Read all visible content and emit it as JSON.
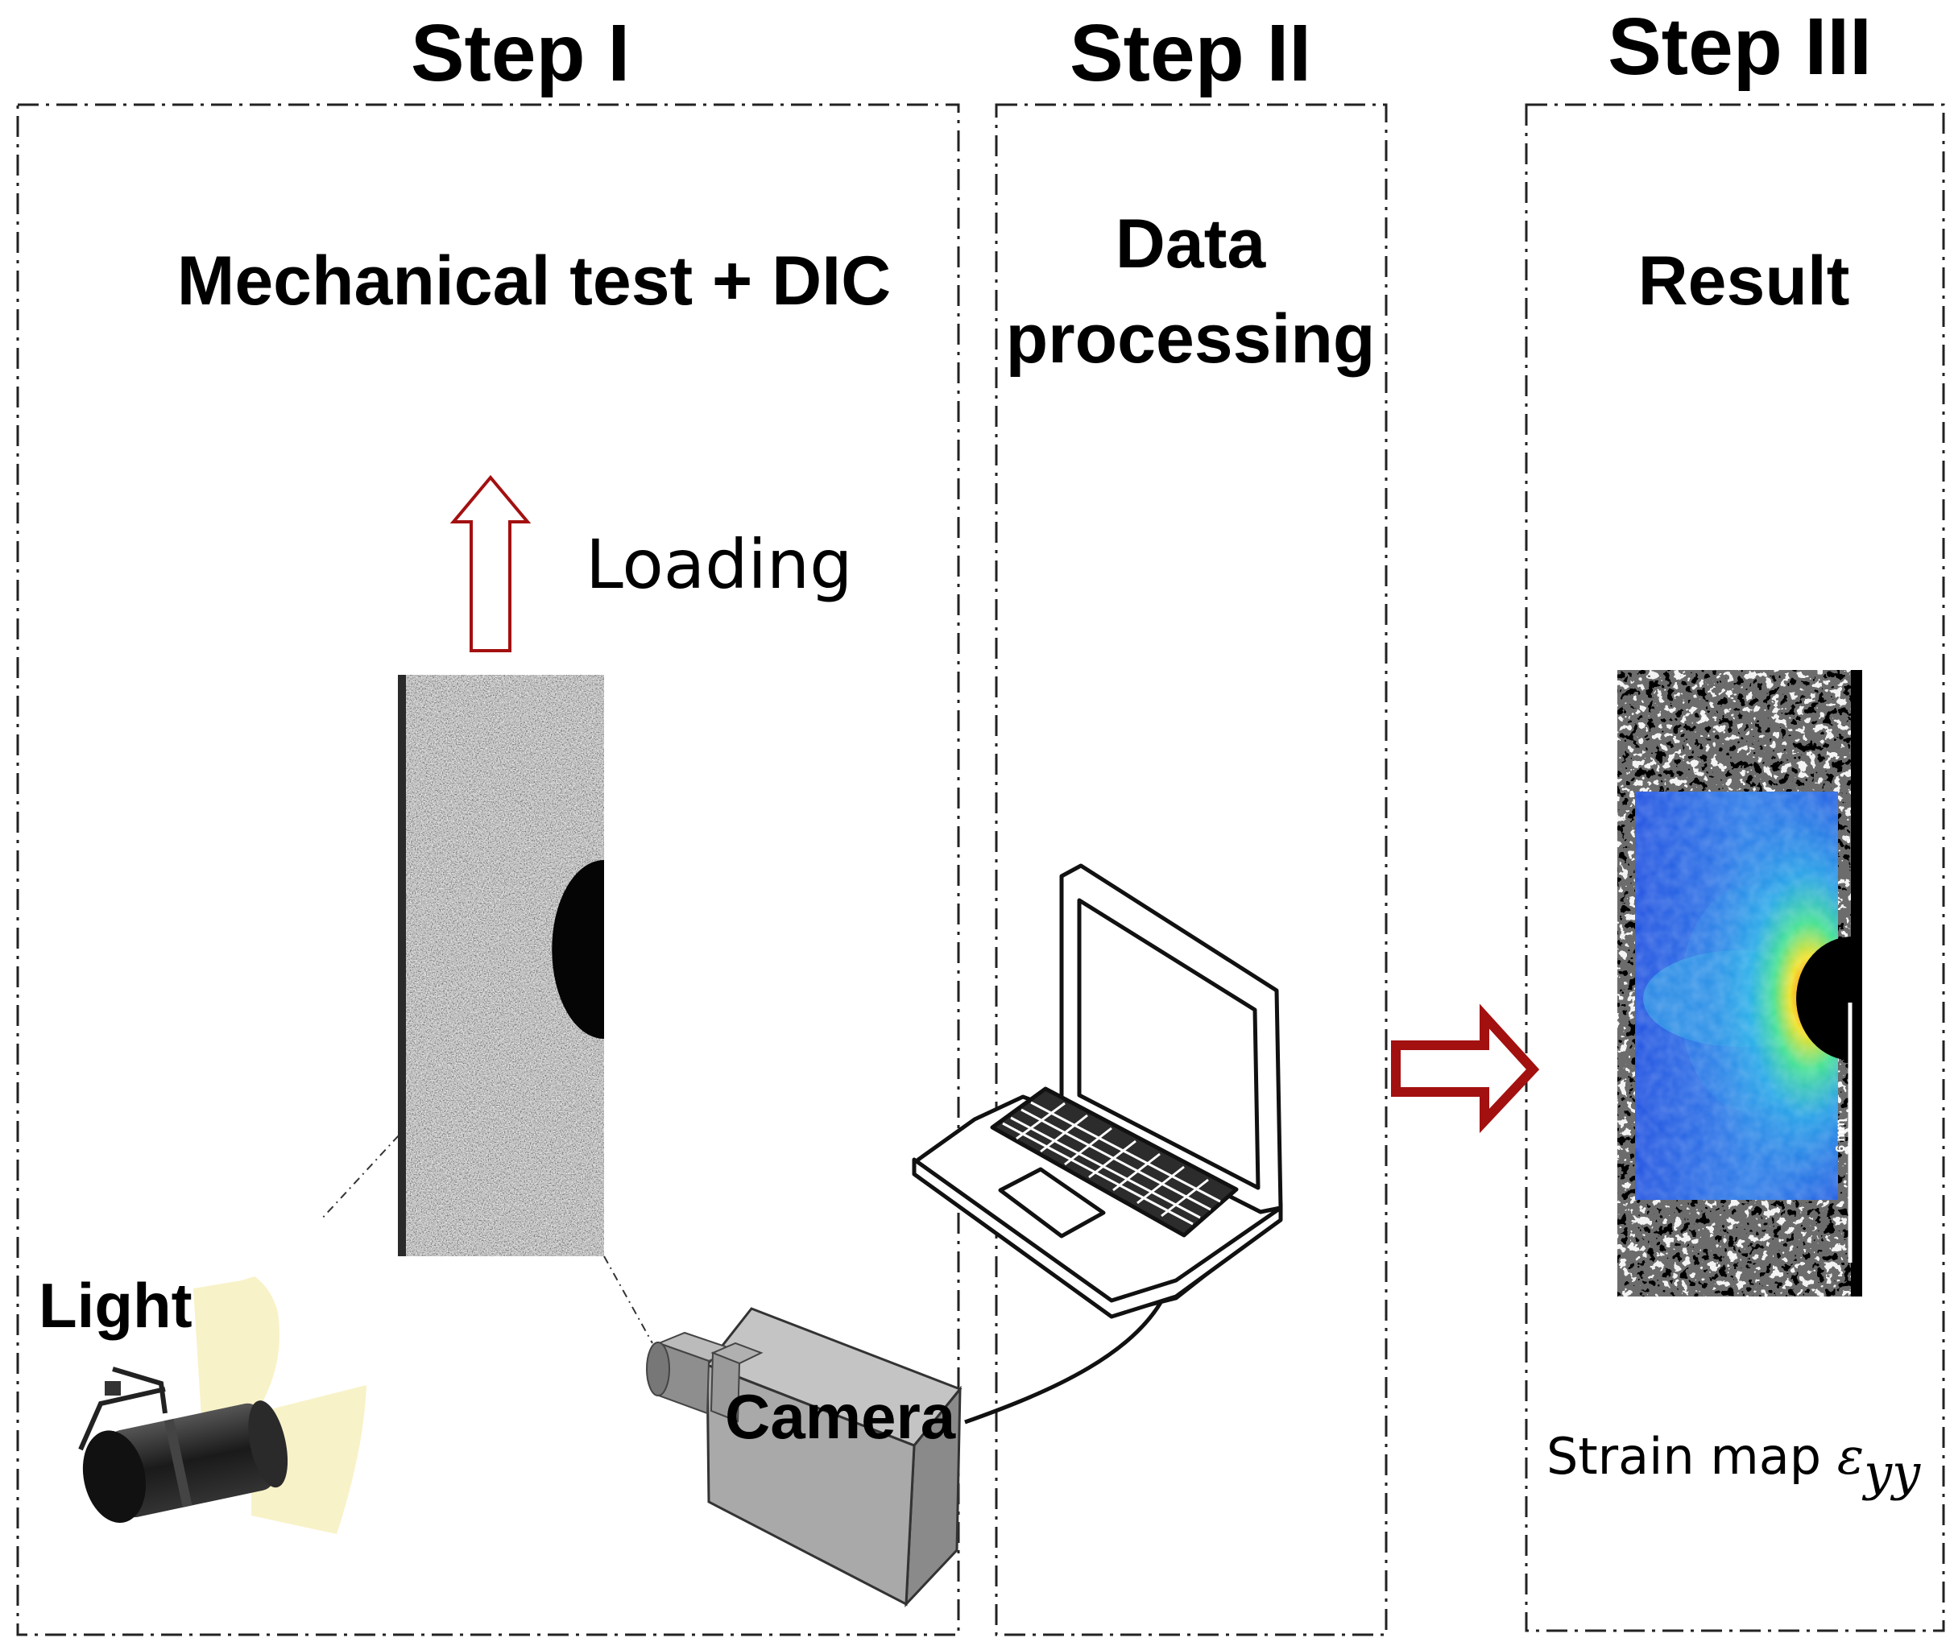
{
  "steps": [
    {
      "title": "Step I",
      "heading": "Mechanical test + DIC"
    },
    {
      "title": "Step II",
      "heading_line1": "Data",
      "heading_line2": "processing"
    },
    {
      "title": "Step III",
      "heading": "Result"
    }
  ],
  "labels": {
    "loading": "Loading",
    "light": "Light",
    "camera": "Camera",
    "strain_map": "Strain map ",
    "strain_symbol": "ε",
    "strain_subscript": "yy",
    "scale_bar": "6 mm"
  },
  "icons": {
    "loading_arrow": "arrow-up-outline-icon",
    "flow_arrow": "arrow-right-outline-icon",
    "light": "spotlight-icon",
    "camera": "camera-icon",
    "laptop": "laptop-icon"
  },
  "colors": {
    "arrow": "#a31010",
    "light_beam": "#f8f2c8",
    "strain_low": "#1e50e0",
    "strain_high": "#e01010"
  }
}
